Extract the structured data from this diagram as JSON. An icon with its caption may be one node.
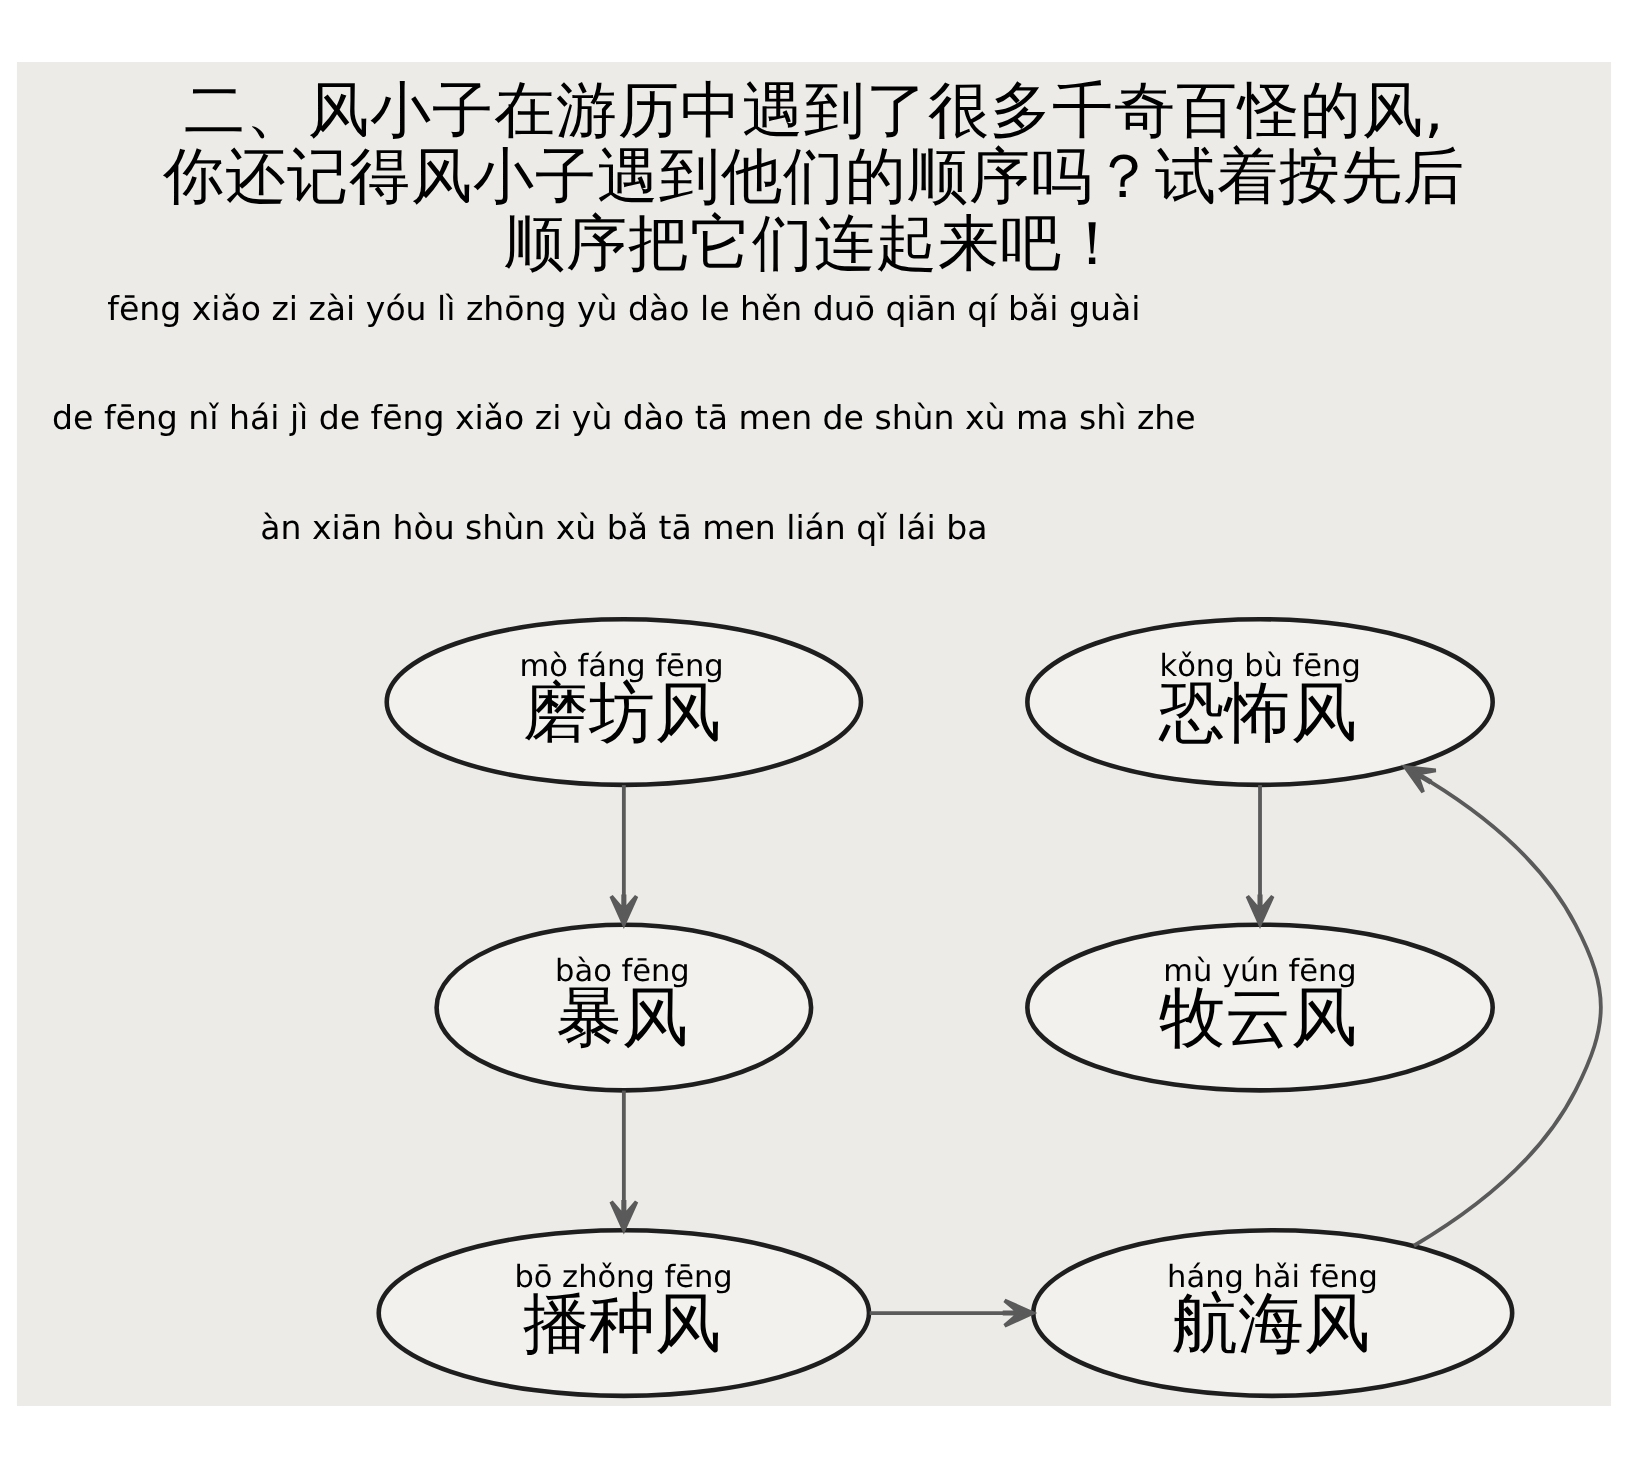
{
  "diagram": {
    "title": "二、风小子在游历中遇到了很多千奇百怪的风,你还记得风小子遇到他们的顺序吗？试着按先后顺序把它们连起来吧！",
    "nodes": [
      {
        "text": [
          "mò fáng fēng",
          "磨坊风"
        ]
      },
      {
        "text": [
          "kǒng bù fēng",
          "恐怖风"
        ]
      },
      {
        "text": [
          "bào fēng",
          "暴风"
        ]
      },
      {
        "text": [
          "mù yún fēng",
          "牧云风"
        ]
      },
      {
        "text": [
          "bō zhǒng fēng",
          "播种风"
        ]
      },
      {
        "text": [
          "háng hǎi fēng",
          "航海风"
        ]
      }
    ],
    "edges": [
      {
        "from": 0,
        "to": 2,
        "arrow": "to"
      },
      {
        "from": 2,
        "to": 4,
        "arrow": "to"
      },
      {
        "from": 4,
        "to": 5,
        "arrow": "to"
      },
      {
        "from": 5,
        "to": 1,
        "arrow": "to"
      },
      {
        "from": 1,
        "to": 3,
        "arrow": "to"
      }
    ],
    "labels": [
      "fēng xiǎo zi zài yóu lì zhōng yù dào le hěn duō qiān qí bǎi guài",
      "de fēng nǐ hái jì de fēng xiǎo zi yù dào tā men de shùn xù ma shì zhe",
      "àn xiān hòu shùn xù bǎ tā men lián qǐ lái ba"
    ]
  }
}
